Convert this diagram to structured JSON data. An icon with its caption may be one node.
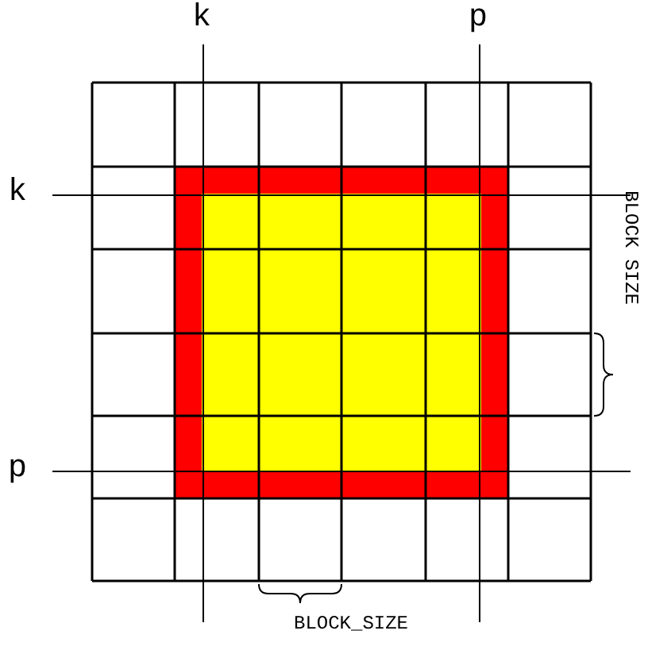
{
  "diagram": {
    "labels": [
      "k",
      "p",
      "k",
      "BLOCK SIZE",
      "p",
      "BLOCK_SIZE"
    ]
  }
}
